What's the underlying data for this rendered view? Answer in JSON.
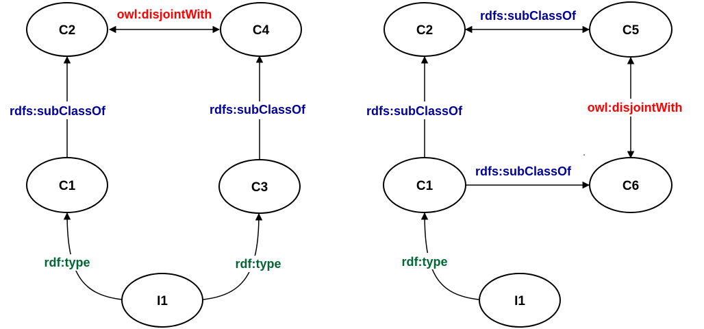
{
  "colors": {
    "subclass": "#000099",
    "disjoint": "#ff0000",
    "type": "#006633"
  },
  "nodes": {
    "left_c2": "C2",
    "left_c4": "C4",
    "left_c1": "C1",
    "left_c3": "C3",
    "left_i1": "I1",
    "right_c2": "C2",
    "right_c5": "C5",
    "right_c1": "C1",
    "right_c6": "C6",
    "right_i1": "I1"
  },
  "edges": {
    "left_c2_c4": "owl:disjointWith",
    "left_c1_c2": "rdfs:subClassOf",
    "left_c3_c4": "rdfs:subClassOf",
    "left_i1_c1": "rdf:type",
    "left_i1_c3": "rdf:type",
    "right_c2_c5": "rdfs:subClassOf",
    "right_c1_c2": "rdfs:subClassOf",
    "right_c5_c6": "owl:disjointWith",
    "right_c1_c6": "rdfs:subClassOf",
    "right_i1_c1": "rdf:type"
  }
}
